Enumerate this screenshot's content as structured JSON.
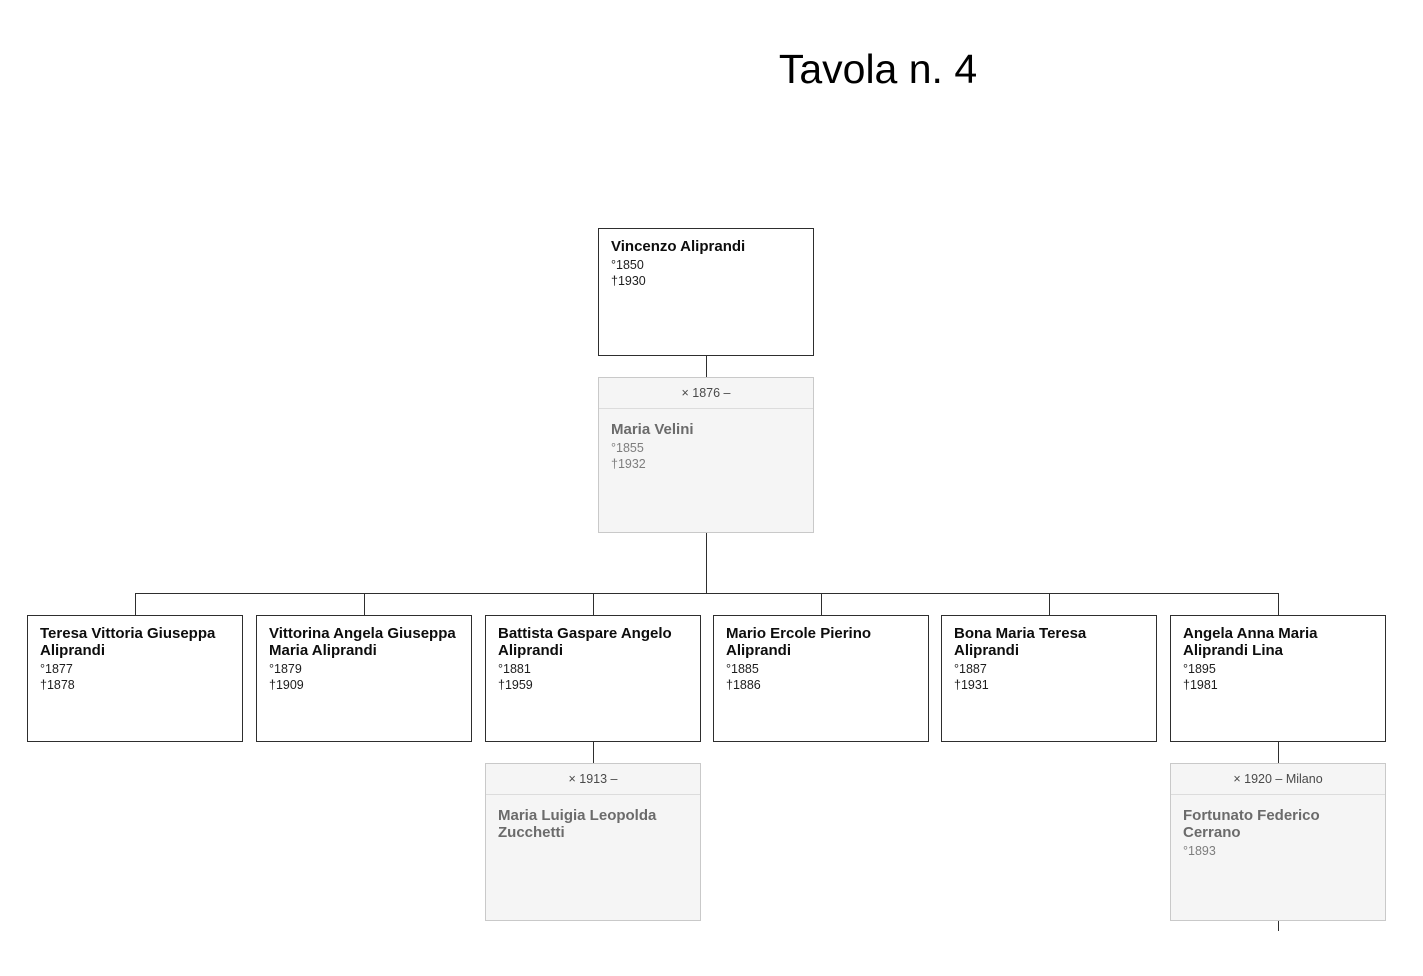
{
  "title": "Tavola n. 4",
  "colors": {
    "person_box_border": "#2e2e2e",
    "person_box_bg": "#ffffff",
    "marriage_box_bg": "#f5f5f5",
    "marriage_box_border": "#c9c9c9",
    "marriage_text": "#6b6b6b",
    "connector": "#2e2e2e"
  },
  "tree": {
    "root": {
      "name": "Vincenzo Aliprandi",
      "birth": "°1850",
      "death": "†1930"
    },
    "root_marriage": {
      "header": "× 1876 –",
      "spouse": {
        "name": "Maria Velini",
        "birth": "°1855",
        "death": "†1932"
      }
    },
    "children": [
      {
        "name": "Teresa Vittoria Giuseppa Aliprandi",
        "birth": "°1877",
        "death": "†1878"
      },
      {
        "name": "Vittorina Angela Giuseppa Maria Aliprandi",
        "birth": "°1879",
        "death": "†1909"
      },
      {
        "name": "Battista Gaspare Angelo Aliprandi",
        "birth": "°1881",
        "death": "†1959"
      },
      {
        "name": "Mario Ercole Pierino Aliprandi",
        "birth": "°1885",
        "death": "†1886"
      },
      {
        "name": "Bona Maria Teresa Aliprandi",
        "birth": "°1887",
        "death": "†1931"
      },
      {
        "name": "Angela Anna Maria Aliprandi Lina",
        "birth": "°1895",
        "death": "†1981"
      }
    ],
    "marriages": [
      {
        "of_child": "Battista Gaspare Angelo Aliprandi",
        "header": "× 1913 –",
        "spouse": {
          "name": "Maria Luigia Leopolda Zucchetti"
        }
      },
      {
        "of_child": "Angela Anna Maria Aliprandi Lina",
        "header": "× 1920 – Milano",
        "spouse": {
          "name": "Fortunato Federico Cerrano",
          "birth": "°1893"
        }
      }
    ]
  }
}
